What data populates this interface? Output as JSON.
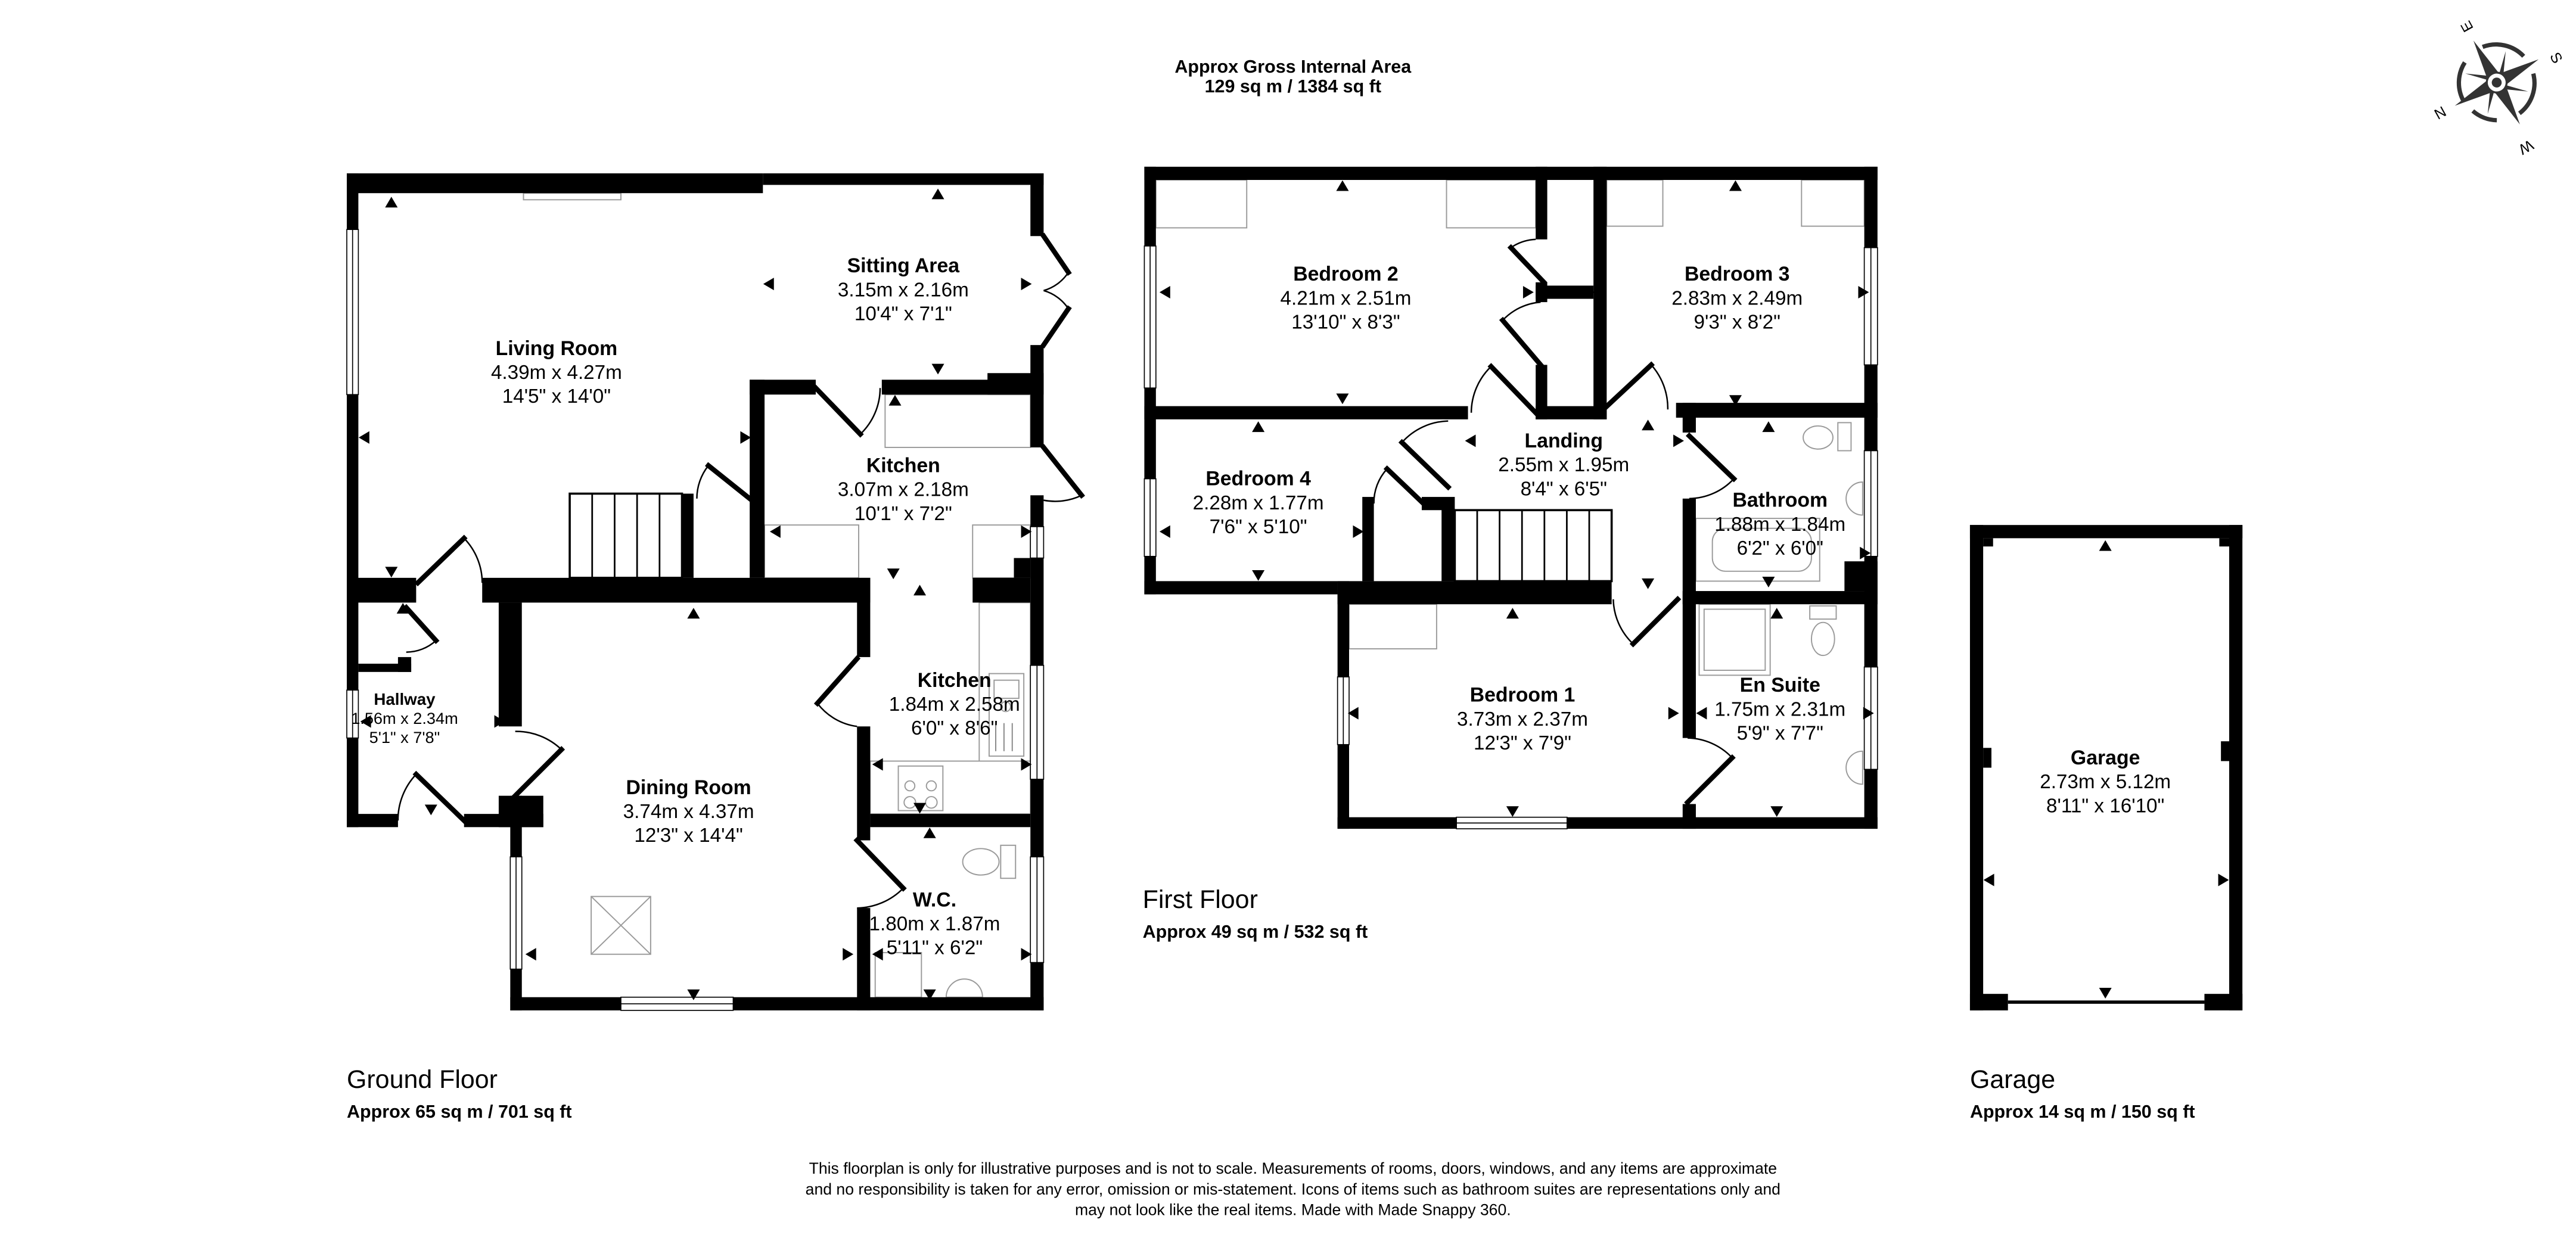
{
  "header": {
    "title": "Approx Gross Internal Area",
    "total_area": "129 sq m / 1384 sq ft"
  },
  "rooms": {
    "sitting_area": {
      "name": "Sitting Area",
      "metric": "3.15m x 2.16m",
      "imperial": "10'4\" x 7'1\""
    },
    "living_room": {
      "name": "Living Room",
      "metric": "4.39m x 4.27m",
      "imperial": "14'5\" x 14'0\""
    },
    "kitchen_1": {
      "name": "Kitchen",
      "metric": "3.07m x 2.18m",
      "imperial": "10'1\" x 7'2\""
    },
    "hallway": {
      "name": "Hallway",
      "metric": "1.56m x 2.34m",
      "imperial": "5'1\" x 7'8\""
    },
    "kitchen_2": {
      "name": "Kitchen",
      "metric": "1.84m x 2.58m",
      "imperial": "6'0\" x 8'6\""
    },
    "dining_room": {
      "name": "Dining Room",
      "metric": "3.74m x 4.37m",
      "imperial": "12'3\" x 14'4\""
    },
    "wc": {
      "name": "W.C.",
      "metric": "1.80m x 1.87m",
      "imperial": "5'11\" x 6'2\""
    },
    "bedroom_2": {
      "name": "Bedroom 2",
      "metric": "4.21m x 2.51m",
      "imperial": "13'10\" x 8'3\""
    },
    "bedroom_3": {
      "name": "Bedroom 3",
      "metric": "2.83m x 2.49m",
      "imperial": "9'3\" x 8'2\""
    },
    "bedroom_4": {
      "name": "Bedroom 4",
      "metric": "2.28m x 1.77m",
      "imperial": "7'6\" x 5'10\""
    },
    "landing": {
      "name": "Landing",
      "metric": "2.55m x 1.95m",
      "imperial": "8'4\" x 6'5\""
    },
    "bathroom": {
      "name": "Bathroom",
      "metric": "1.88m x 1.84m",
      "imperial": "6'2\" x 6'0\""
    },
    "bedroom_1": {
      "name": "Bedroom 1",
      "metric": "3.73m x 2.37m",
      "imperial": "12'3\" x 7'9\""
    },
    "en_suite": {
      "name": "En Suite",
      "metric": "1.75m x 2.31m",
      "imperial": "5'9\" x 7'7\""
    },
    "garage": {
      "name": "Garage",
      "metric": "2.73m x 5.12m",
      "imperial": "8'11\" x 16'10\""
    }
  },
  "floors": {
    "ground": {
      "label": "Ground Floor",
      "area": "Approx 65 sq m / 701 sq ft"
    },
    "first": {
      "label": "First Floor",
      "area": "Approx 49 sq m / 532 sq ft"
    },
    "garage": {
      "label": "Garage",
      "area": "Approx 14 sq m / 150 sq ft"
    }
  },
  "disclaimer": [
    "This floorplan is only for illustrative purposes and is not to scale. Measurements of rooms, doors, windows, and any items are approximate",
    "and no responsibility is taken for any error, omission or mis-statement. Icons of items such as bathroom suites are representations only and",
    "may not look like the real items. Made with Made Snappy 360."
  ],
  "compass": {
    "icon": "compass-rose-icon",
    "n": "N",
    "e": "E",
    "s": "S",
    "w": "W"
  }
}
